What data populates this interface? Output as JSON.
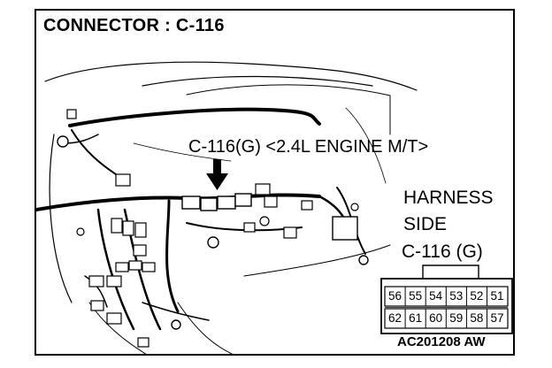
{
  "header": {
    "title": "CONNECTOR : C-116"
  },
  "callout": {
    "label": "C-116(G) <2.4L ENGINE M/T>"
  },
  "harness": {
    "line1": "HARNESS",
    "line2": "SIDE",
    "line3": "C-116 (G)"
  },
  "connector": {
    "top_row": [
      "56",
      "55",
      "54",
      "53",
      "52",
      "51"
    ],
    "bottom_row": [
      "62",
      "61",
      "60",
      "59",
      "58",
      "57"
    ]
  },
  "figure_code": "AC201208 AW"
}
